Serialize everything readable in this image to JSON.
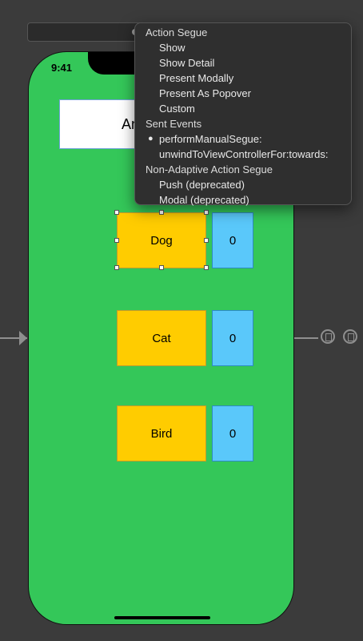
{
  "phone": {
    "status_time": "9:41",
    "title_text": "An"
  },
  "rows": [
    {
      "animal": "Dog",
      "count": "0"
    },
    {
      "animal": "Cat",
      "count": "0"
    },
    {
      "animal": "Bird",
      "count": "0"
    }
  ],
  "menu": {
    "items": [
      {
        "label": "Action Segue",
        "kind": "header"
      },
      {
        "label": "Show",
        "kind": "item"
      },
      {
        "label": "Show Detail",
        "kind": "item"
      },
      {
        "label": "Present Modally",
        "kind": "item"
      },
      {
        "label": "Present As Popover",
        "kind": "item"
      },
      {
        "label": "Custom",
        "kind": "item"
      },
      {
        "label": "Sent Events",
        "kind": "header"
      },
      {
        "label": "performManualSegue:",
        "kind": "item",
        "bullet": "●"
      },
      {
        "label": "unwindToViewControllerFor:towards:",
        "kind": "item"
      },
      {
        "label": "Non-Adaptive Action Segue",
        "kind": "header"
      },
      {
        "label": "Push (deprecated)",
        "kind": "item"
      },
      {
        "label": "Modal (deprecated)",
        "kind": "item"
      }
    ]
  },
  "colors": {
    "background": "#3b3b3b",
    "view_green": "#34c759",
    "button_yellow": "#ffcc00",
    "counter_blue": "#5ac8fa",
    "menu_bg": "#2f2f2f"
  }
}
